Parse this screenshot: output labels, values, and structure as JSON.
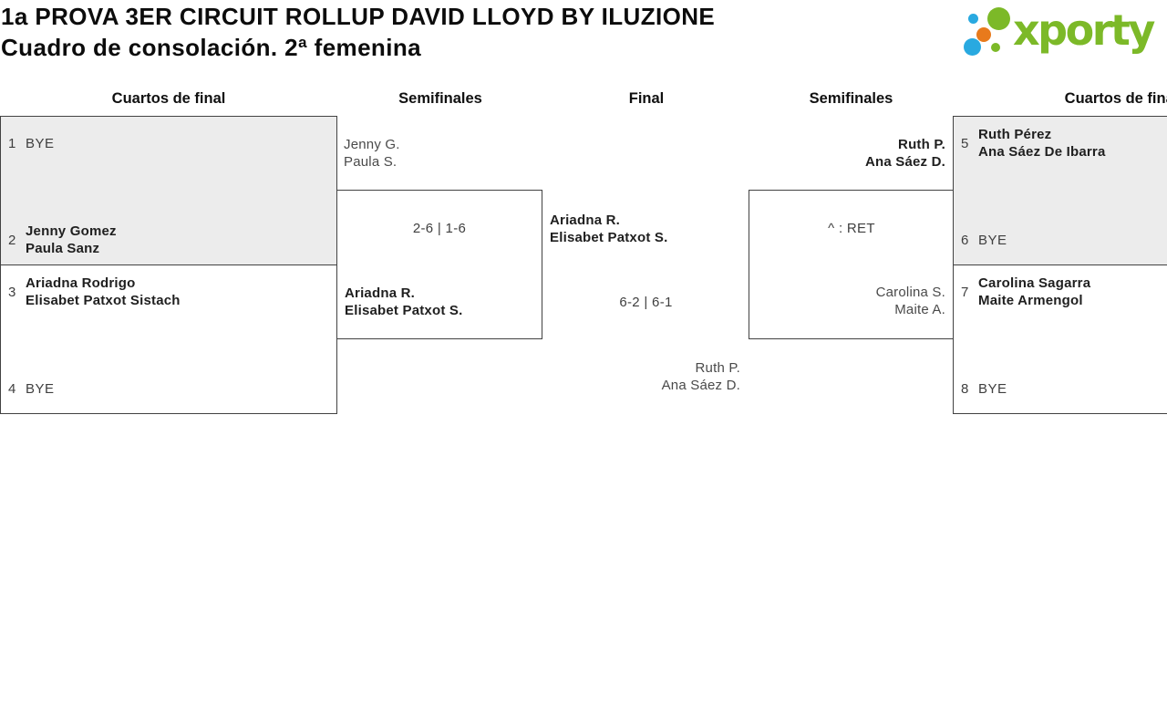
{
  "title": {
    "line1": "1a PROVA 3ER CIRCUIT ROLLUP DAVID LLOYD BY ILUZIONE",
    "line2": "Cuadro de consolación. 2ª femenina"
  },
  "logo": {
    "text": "xporty"
  },
  "round_headers": {
    "qf_left": "Cuartos de final",
    "sf_left": "Semifinales",
    "final": "Final",
    "sf_right": "Semifinales",
    "qf_right": "Cuartos de final"
  },
  "qf_left_top": {
    "seed_a": "1",
    "team_a": {
      "line1": "BYE"
    },
    "seed_b": "2",
    "team_b": {
      "line1": "Jenny Gomez",
      "line2": "Paula Sanz"
    }
  },
  "qf_left_bottom": {
    "seed_a": "3",
    "team_a": {
      "line1": "Ariadna Rodrigo",
      "line2": "Elisabet Patxot Sistach"
    },
    "seed_b": "4",
    "team_b": {
      "line1": "BYE"
    }
  },
  "qf_right_top": {
    "seed_a": "5",
    "team_a": {
      "line1": "Ruth Pérez",
      "line2": "Ana Sáez De Ibarra"
    },
    "seed_b": "6",
    "team_b": {
      "line1": "BYE"
    }
  },
  "qf_right_bottom": {
    "seed_a": "7",
    "team_a": {
      "line1": "Carolina Sagarra",
      "line2": "Maite Armengol"
    },
    "seed_b": "8",
    "team_b": {
      "line1": "BYE"
    }
  },
  "sf_left": {
    "team_top": {
      "line1": "Jenny G.",
      "line2": "Paula S."
    },
    "score": "2-6 | 1-6",
    "team_bottom": {
      "line1": "Ariadna R.",
      "line2": "Elisabet Patxot S."
    }
  },
  "sf_right": {
    "team_top": {
      "line1": "Ruth P.",
      "line2": "Ana Sáez D."
    },
    "score": "^ : RET",
    "team_bottom": {
      "line1": "Carolina S.",
      "line2": "Maite A."
    }
  },
  "final": {
    "team_left": {
      "line1": "Ariadna R.",
      "line2": "Elisabet Patxot S."
    },
    "score": "6-2 | 6-1",
    "team_right": {
      "line1": "Ruth P.",
      "line2": "Ana Sáez D."
    }
  },
  "colors": {
    "green": "#7cb928",
    "blue": "#29a9e0",
    "orange": "#e87a1c",
    "box_gray": "#ececec",
    "border": "#424242",
    "text_dark": "#1f1f1f",
    "text_muted": "#3f3f3f"
  }
}
